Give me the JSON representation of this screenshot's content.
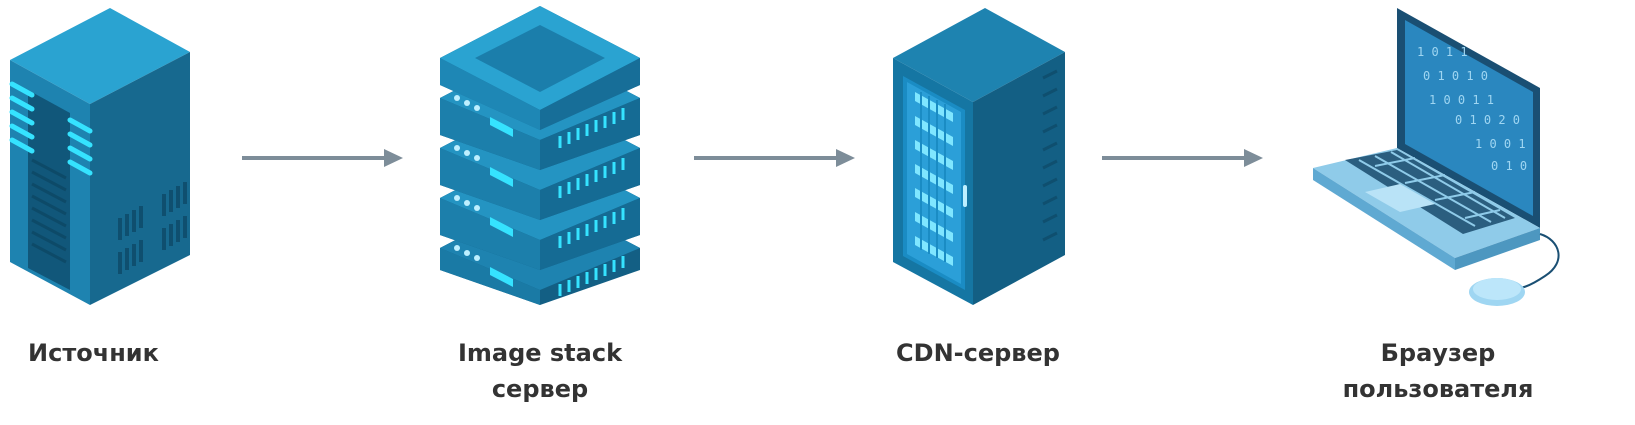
{
  "diagram": {
    "nodes": [
      {
        "id": "source",
        "icon": "tower-server-icon",
        "label": [
          "Источник"
        ]
      },
      {
        "id": "image-stack",
        "icon": "server-stack-icon",
        "label": [
          "Image stack",
          "сервер"
        ]
      },
      {
        "id": "cdn",
        "icon": "server-rack-icon",
        "label": [
          "CDN-сервер"
        ]
      },
      {
        "id": "browser",
        "icon": "laptop-icon",
        "label": [
          "Браузер",
          "пользователя"
        ]
      }
    ],
    "edges": [
      {
        "from": "source",
        "to": "image-stack"
      },
      {
        "from": "image-stack",
        "to": "cdn"
      },
      {
        "from": "cdn",
        "to": "browser"
      }
    ]
  },
  "colors": {
    "dark_blue": "#1a6a92",
    "mid_blue": "#1e83b0",
    "light_blue": "#2aa3d1",
    "glow": "#35e3ff",
    "laptop_light": "#9fd6f2",
    "arrow": "#7d8d99",
    "label_text": "#333333"
  }
}
